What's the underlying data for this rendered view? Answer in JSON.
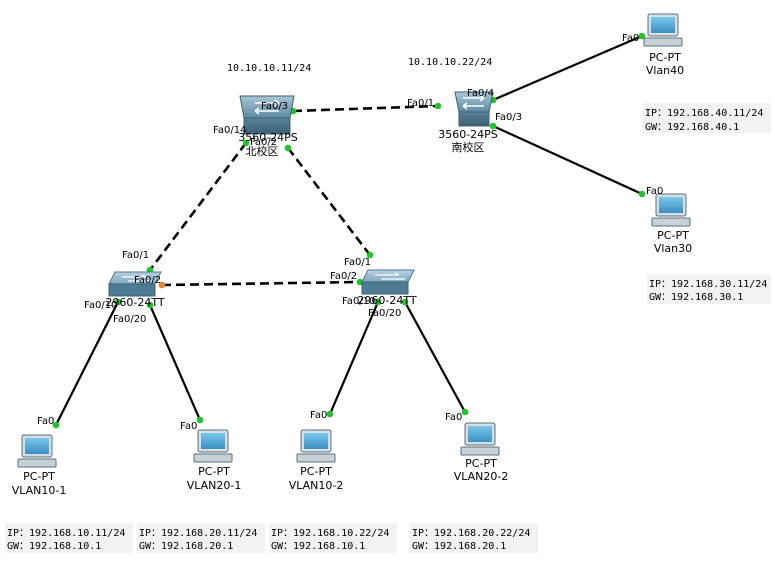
{
  "colors": {
    "link_up": "#22c32a",
    "link_pending": "#f08030",
    "note_bg": "#f2f2f2"
  },
  "ip_labels": {
    "north_core": "10.10.10.11/24",
    "south_core": "10.10.10.22/24"
  },
  "devices": {
    "core_north": {
      "model": "3560-24PS",
      "name": "北校区",
      "icon": "multilayer-switch-icon"
    },
    "core_south": {
      "model": "3560-24PS",
      "name": "南校区",
      "icon": "multilayer-switch-icon"
    },
    "access_left": {
      "model": "2960-24TT",
      "icon": "switch-icon"
    },
    "access_right": {
      "model": "2960-24TT",
      "icon": "switch-icon"
    },
    "pc_vlan40": {
      "type": "PC-PT",
      "name": "Vlan40",
      "icon": "pc-icon"
    },
    "pc_vlan30": {
      "type": "PC-PT",
      "name": "Vlan30",
      "icon": "pc-icon"
    },
    "pc_vlan10_1": {
      "type": "PC-PT",
      "name": "VLAN10-1",
      "icon": "pc-icon"
    },
    "pc_vlan20_1": {
      "type": "PC-PT",
      "name": "VLAN20-1",
      "icon": "pc-icon"
    },
    "pc_vlan10_2": {
      "type": "PC-PT",
      "name": "VLAN10-2",
      "icon": "pc-icon"
    },
    "pc_vlan20_2": {
      "type": "PC-PT",
      "name": "VLAN20-2",
      "icon": "pc-icon"
    }
  },
  "ports": {
    "north_fa03": "Fa0/3",
    "north_fa014": "Fa0/14",
    "north_fa02": "Fa0/2",
    "south_fa01": "Fa0/1",
    "south_fa04": "Fa0/4",
    "south_fa03": "Fa0/3",
    "left_fa01": "Fa0/1",
    "left_fa02": "Fa0/2",
    "left_fa010": "Fa0/10",
    "left_fa020": "Fa0/20",
    "right_fa01": "Fa0/1",
    "right_fa02": "Fa0/2",
    "right_fa010": "Fa0/10",
    "right_fa020": "Fa0/20",
    "pc_fa0": "Fa0"
  },
  "notes": {
    "vlan40": {
      "ip": "IP：192.168.40.11/24",
      "gw": "GW：192.168.40.1"
    },
    "vlan30": {
      "ip": "IP：192.168.30.11/24",
      "gw": "GW：192.168.30.1"
    },
    "vlan10_1": {
      "ip": "IP：192.168.10.11/24",
      "gw": "GW：192.168.10.1"
    },
    "vlan20_1": {
      "ip": "IP：192.168.20.11/24",
      "gw": "GW：192.168.20.1"
    },
    "vlan10_2": {
      "ip": "IP：192.168.10.22/24",
      "gw": "GW：192.168.10.1"
    },
    "vlan20_2": {
      "ip": "IP：192.168.20.22/24",
      "gw": "GW：192.168.20.1"
    }
  }
}
